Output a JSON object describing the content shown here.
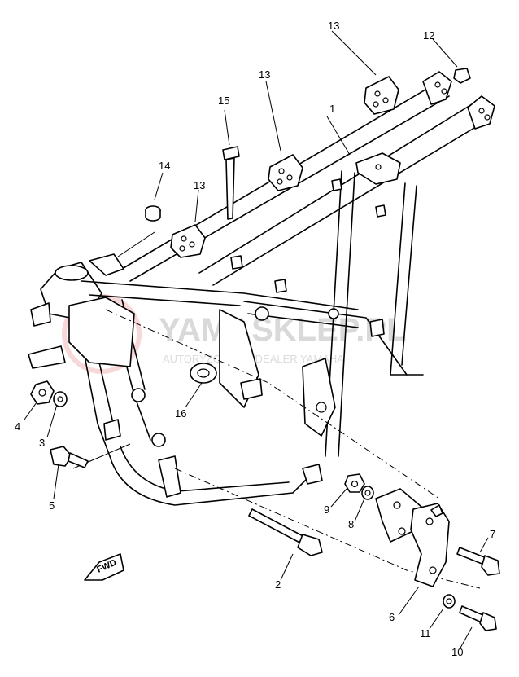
{
  "diagram": {
    "callouts": [
      {
        "id": "c1",
        "label": "1"
      },
      {
        "id": "c2",
        "label": "2"
      },
      {
        "id": "c3",
        "label": "3"
      },
      {
        "id": "c4",
        "label": "4"
      },
      {
        "id": "c5",
        "label": "5"
      },
      {
        "id": "c6",
        "label": "6"
      },
      {
        "id": "c7",
        "label": "7"
      },
      {
        "id": "c8",
        "label": "8"
      },
      {
        "id": "c9",
        "label": "9"
      },
      {
        "id": "c10",
        "label": "10"
      },
      {
        "id": "c11",
        "label": "11"
      },
      {
        "id": "c12",
        "label": "12"
      },
      {
        "id": "c13a",
        "label": "13"
      },
      {
        "id": "c13b",
        "label": "13"
      },
      {
        "id": "c13c",
        "label": "13"
      },
      {
        "id": "c14",
        "label": "14"
      },
      {
        "id": "c15",
        "label": "15"
      },
      {
        "id": "c16",
        "label": "16"
      }
    ],
    "fwd_label": "FWD"
  },
  "watermark": {
    "title": "YAMASKLEP.PL",
    "subtitle": "AUTORYZOWANY DEALER YAMAHA",
    "color": "#d9d9d9",
    "logo_color": "#f2b8b8"
  }
}
